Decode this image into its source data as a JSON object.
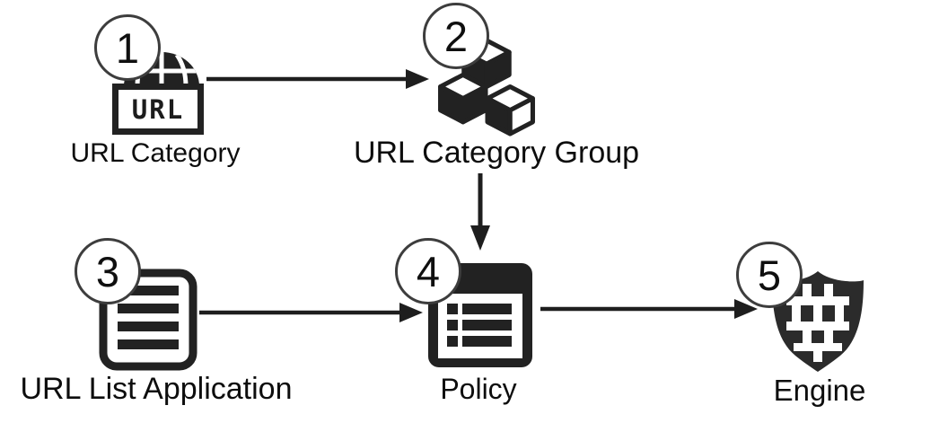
{
  "diagram": {
    "background": "#ffffff",
    "ink_color": "#222222",
    "badge_border_color": "#3d3d3d",
    "nodes": [
      {
        "id": "url-category",
        "step": "1",
        "label": "URL Category",
        "icon": "globe-url-icon",
        "icon_text": "URL"
      },
      {
        "id": "url-category-group",
        "step": "2",
        "label": "URL Category Group",
        "icon": "cubes-group-icon"
      },
      {
        "id": "url-list-application",
        "step": "3",
        "label": "URL List Application",
        "icon": "document-list-icon"
      },
      {
        "id": "policy",
        "step": "4",
        "label": "Policy",
        "icon": "policy-window-icon"
      },
      {
        "id": "engine",
        "step": "5",
        "label": "Engine",
        "icon": "shield-firewall-icon"
      }
    ],
    "edges": [
      {
        "from": "url-category",
        "to": "url-category-group",
        "direction": "right"
      },
      {
        "from": "url-category-group",
        "to": "policy",
        "direction": "down"
      },
      {
        "from": "url-list-application",
        "to": "policy",
        "direction": "right"
      },
      {
        "from": "policy",
        "to": "engine",
        "direction": "right"
      }
    ]
  }
}
